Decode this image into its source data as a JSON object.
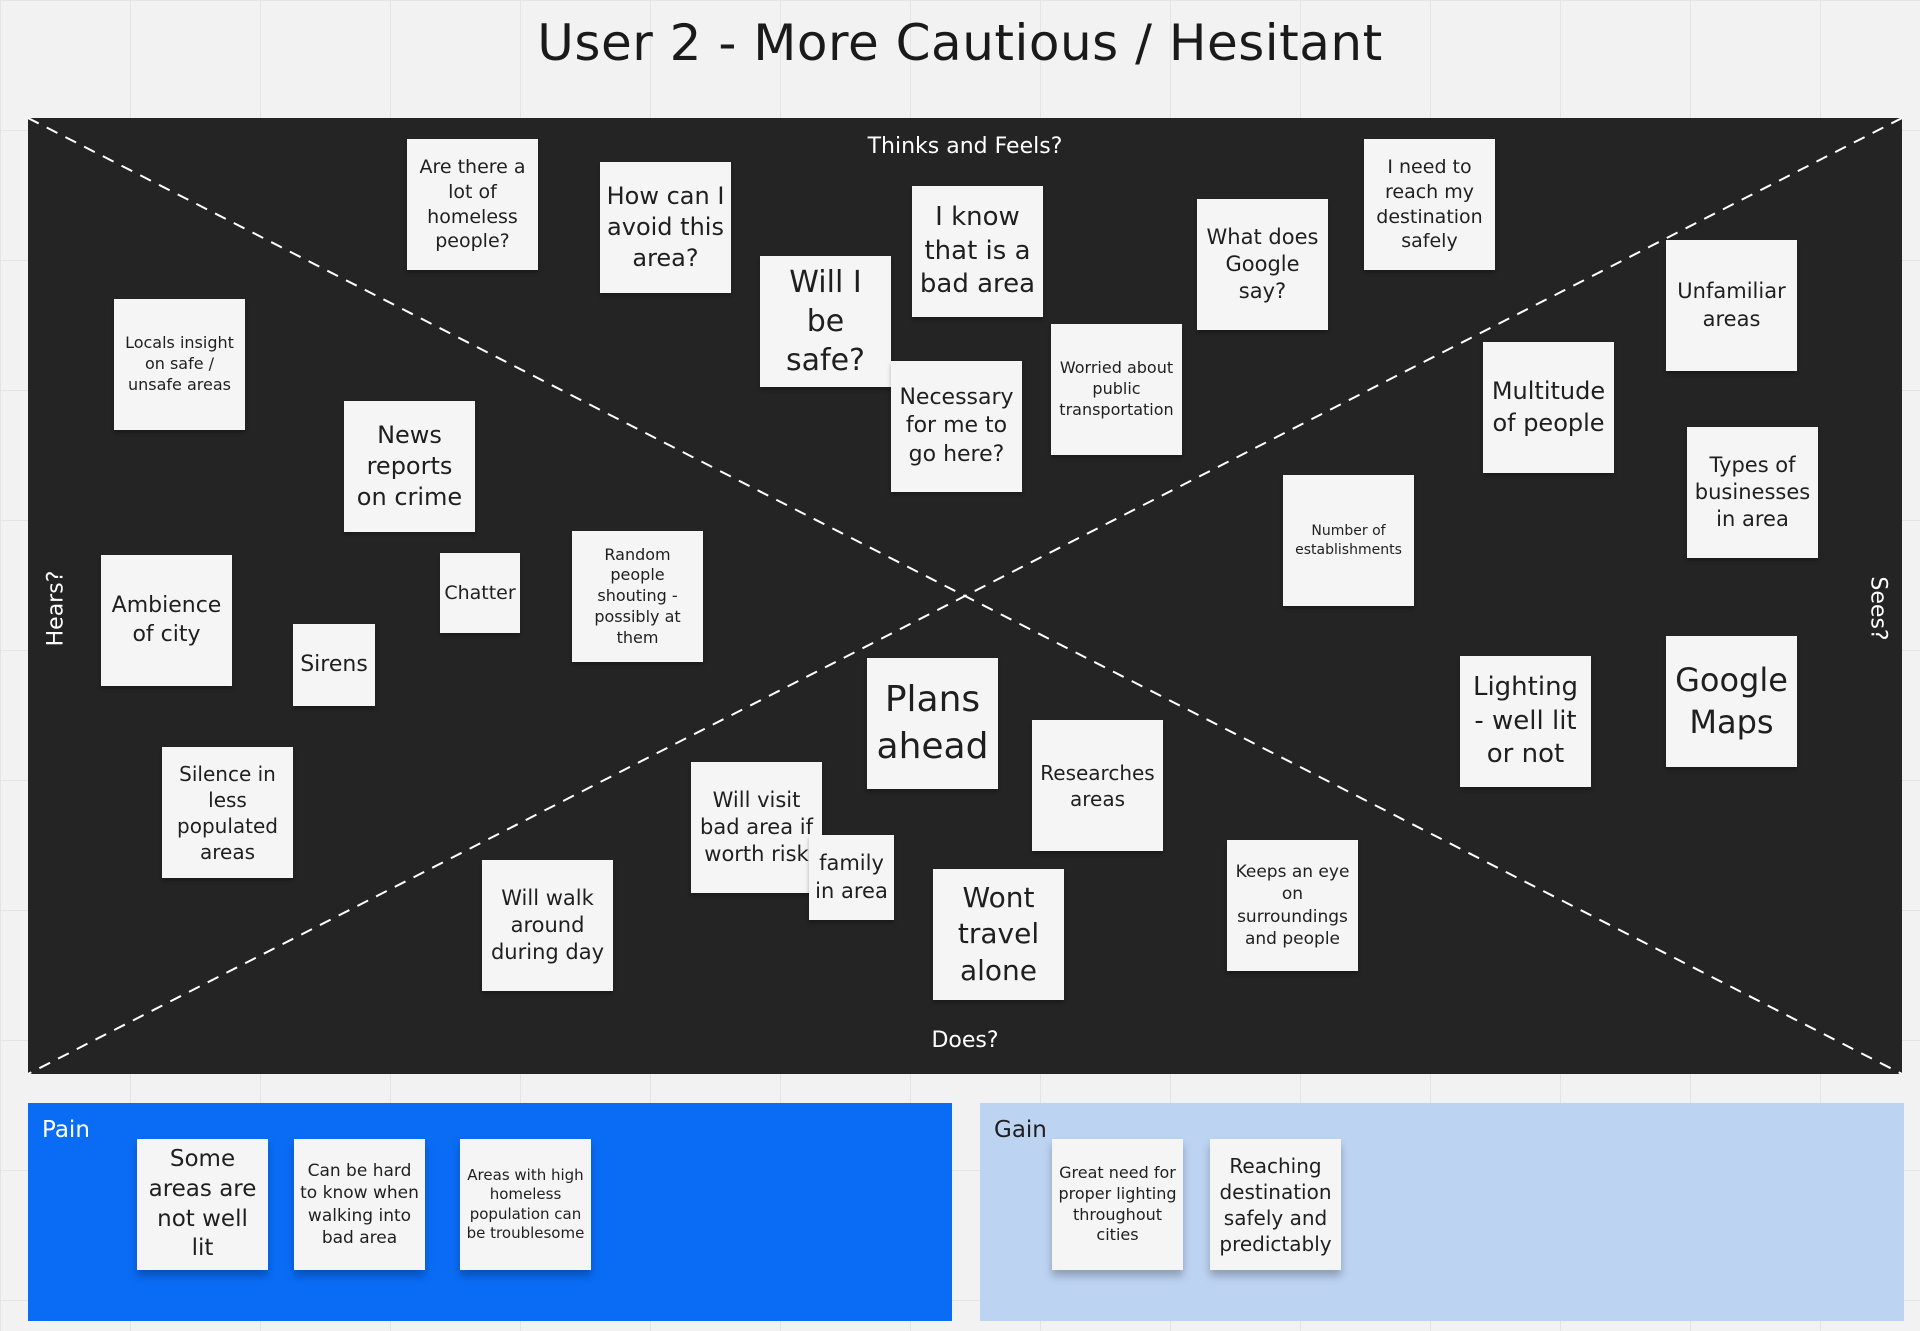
{
  "board": {
    "title": "User 2 - More Cautious / Hesitant"
  },
  "empathy_map": {
    "quadrant_labels": {
      "thinks_feels": "Thinks and Feels?",
      "does": "Does?",
      "hears": "Hears?",
      "sees": "Sees?"
    },
    "notes": {
      "homeless_question": "Are there a lot of homeless people?",
      "avoid_area": "How can I avoid this area?",
      "will_i_be_safe": "Will I be safe?",
      "know_bad_area": "I know that is a bad area",
      "what_google_say": "What does Google say?",
      "reach_destination": "I need to reach my destination safely",
      "necessary_go_here": "Necessary for me to go here?",
      "worried_transport": "Worried about public transportation",
      "locals_insight": "Locals insight on safe / unsafe areas",
      "news_reports": "News reports on crime",
      "ambience_city": "Ambience of city",
      "chatter": "Chatter",
      "random_people": "Random people shouting - possibly at them",
      "sirens": "Sirens",
      "silence": "Silence in less populated areas",
      "unfamiliar_areas": "Unfamiliar areas",
      "multitude_people": "Multitude of people",
      "types_businesses": "Types of businesses in area",
      "number_establishments": "Number of establishments",
      "lighting": "Lighting - well lit or not",
      "google_maps": "Google Maps",
      "plans_ahead": "Plans ahead",
      "researches_areas": "Researches areas",
      "visit_bad_area": "Will visit bad area if worth risk",
      "family_in_area": "family in area",
      "walk_around": "Will walk around during day",
      "wont_travel": "Wont travel alone",
      "keeps_eye": "Keeps an eye on surroundings and people"
    }
  },
  "pain": {
    "label": "Pain",
    "notes": {
      "not_well_lit": "Some areas are not well lit",
      "hard_to_know": "Can be hard to know when walking into bad area",
      "homeless_population": "Areas with high homeless population can be troublesome"
    }
  },
  "gain": {
    "label": "Gain",
    "notes": {
      "lighting_need": "Great need for proper lighting throughout cities",
      "reaching_destination": "Reaching destination safely and predictably"
    }
  },
  "colors": {
    "map_background": "#242424",
    "sticky_note": "#f5f5f5",
    "pain_panel": "#0a6cf5",
    "gain_panel": "#bcd3f2",
    "canvas": "#f2f2f2"
  }
}
